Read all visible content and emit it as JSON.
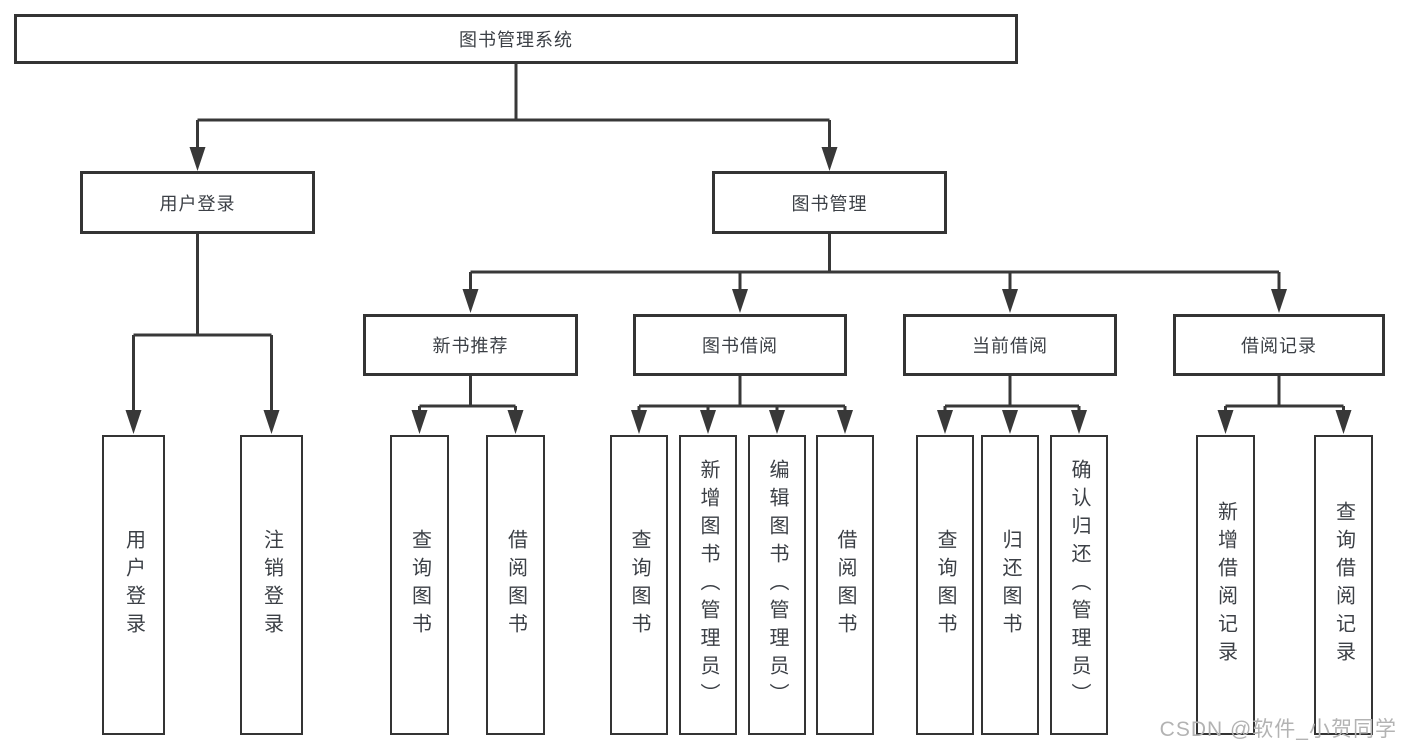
{
  "diagram": {
    "root": "图书管理系统",
    "branches": [
      {
        "label": "用户登录",
        "children": [
          "用户登录",
          "注销登录"
        ]
      },
      {
        "label": "图书管理",
        "sections": [
          {
            "label": "新书推荐",
            "children": [
              "查询图书",
              "借阅图书"
            ]
          },
          {
            "label": "图书借阅",
            "children": [
              "查询图书",
              "新增图书（管理员）",
              "编辑图书（管理员）",
              "借阅图书"
            ]
          },
          {
            "label": "当前借阅",
            "children": [
              "查询图书",
              "归还图书",
              "确认归还（管理员）"
            ]
          },
          {
            "label": "借阅记录",
            "children": [
              "新增借阅记录",
              "查询借阅记录"
            ]
          }
        ]
      }
    ]
  },
  "line_color": "#383838",
  "watermark": "CSDN @软件_小贺同学"
}
